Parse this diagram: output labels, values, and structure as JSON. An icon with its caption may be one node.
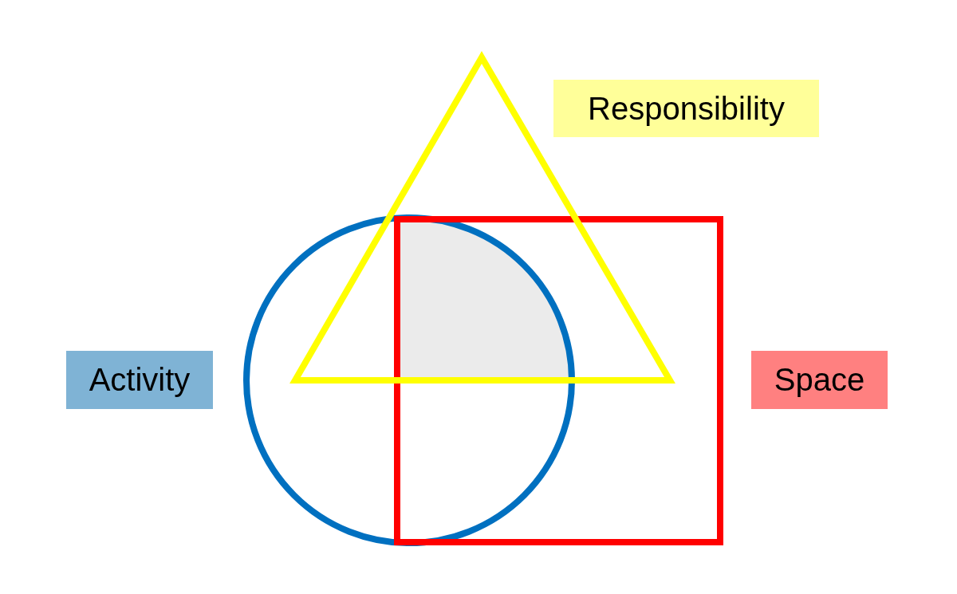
{
  "diagram": {
    "nodes": [
      {
        "text": [],
        "shape": "triangle"
      },
      {
        "text": [
          "Responsibility"
        ]
      },
      {
        "text": [],
        "shape": "circle"
      },
      {
        "text": [],
        "shape": "box"
      },
      {
        "text": [],
        "shape": "sector"
      },
      {
        "text": [
          "Activity"
        ]
      },
      {
        "text": [
          "Space"
        ]
      }
    ]
  }
}
